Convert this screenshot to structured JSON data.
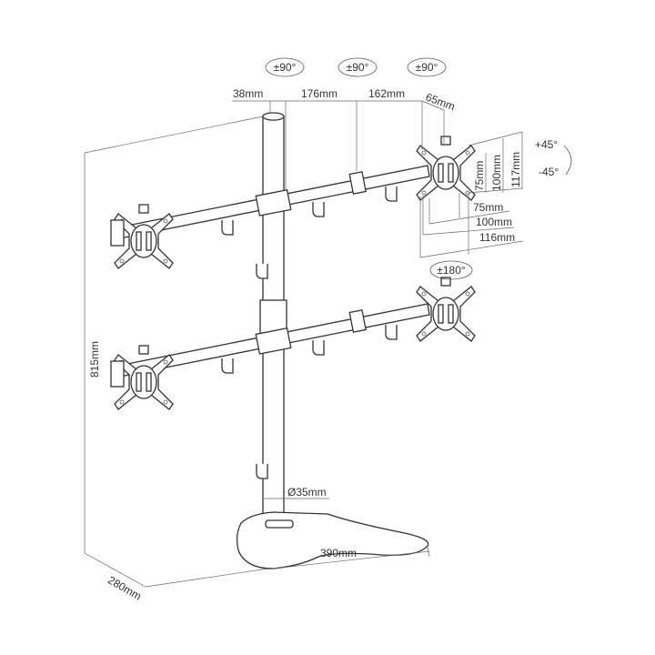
{
  "rotation_labels": {
    "arm_1": "±90°",
    "arm_2": "±90°",
    "arm_3": "±90°",
    "bracket_rotate": "±180°",
    "tilt_up": "+45°",
    "tilt_down": "-45°"
  },
  "dimensions": {
    "pole_offset": "38mm",
    "arm_segment_1": "176mm",
    "arm_segment_2": "162mm",
    "bracket_depth": "65mm",
    "vesa_75_v": "75mm",
    "vesa_100_v": "100mm",
    "plate_height": "117mm",
    "vesa_75_h": "75mm",
    "vesa_100_h": "100mm",
    "plate_width": "116mm",
    "total_height": "815mm",
    "pole_diameter": "Ø35mm",
    "base_width": "390mm",
    "base_depth": "280mm"
  },
  "colors": {
    "line": "#333333",
    "background": "#ffffff"
  }
}
